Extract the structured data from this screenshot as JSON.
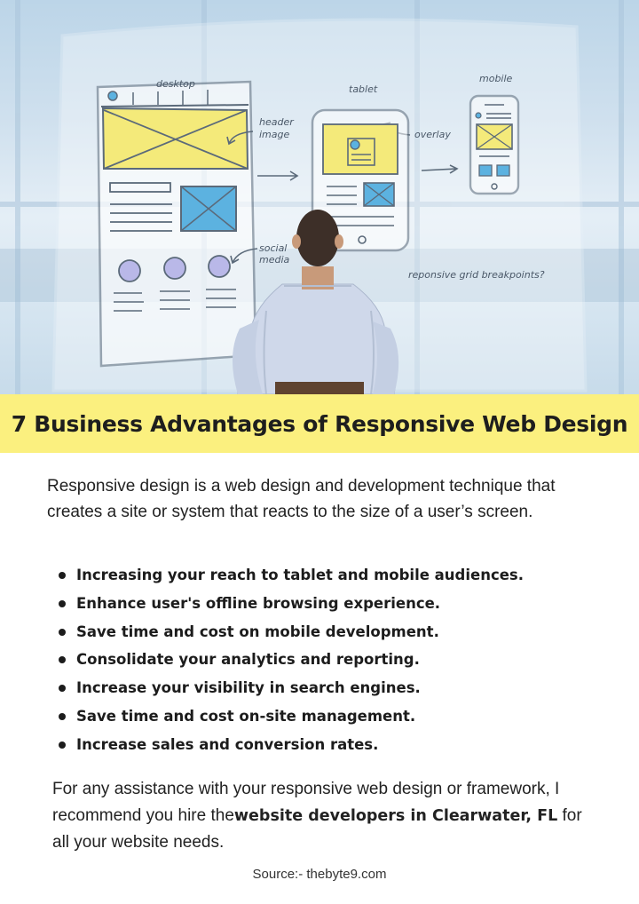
{
  "hero": {
    "labels": {
      "desktop": "desktop",
      "tablet": "tablet",
      "mobile": "mobile",
      "header_image": [
        "header",
        "image"
      ],
      "overlay": "overlay",
      "social_media": [
        "social",
        "media"
      ],
      "breakpoints": "reponsive grid breakpoints?"
    },
    "colors": {
      "wireframe_fill": "#f4ea7a",
      "image_box": "#5cb2e0",
      "ink": "#5b6a7a",
      "circle": "#b9b8e8"
    }
  },
  "title": "7 Business Advantages of Responsive Web Design",
  "intro": "Responsive design is a web design and development technique that creates a site or system that reacts to the size of a user’s screen.",
  "benefits": [
    "Increasing your reach to tablet and mobile audiences.",
    "Enhance user's offline browsing experience.",
    "Save time and cost on mobile development.",
    "Consolidate your analytics and reporting.",
    "Increase your visibility in search engines.",
    "Save time and cost on-site management.",
    "Increase sales and conversion rates."
  ],
  "closing": {
    "before": "For any assistance with your responsive web design or framework, I recommend you hire the",
    "link_text": "website developers in Clearwater, FL",
    "after": " for all your website needs."
  },
  "source": "Source:- thebyte9.com",
  "colors": {
    "title_band": "#fbf07f",
    "text": "#1c1c1c"
  }
}
